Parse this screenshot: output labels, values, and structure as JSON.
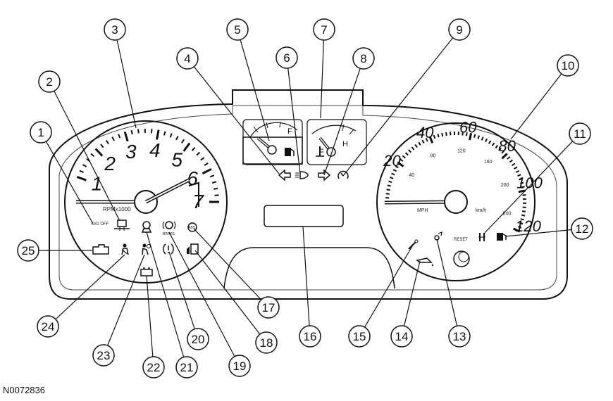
{
  "figure_id": "N0072836",
  "callouts": [
    "1",
    "2",
    "3",
    "4",
    "5",
    "6",
    "7",
    "8",
    "9",
    "10",
    "11",
    "12",
    "13",
    "14",
    "15",
    "16",
    "17",
    "18",
    "19",
    "20",
    "21",
    "22",
    "23",
    "24",
    "25"
  ],
  "tachometer": {
    "scale": [
      "1",
      "2",
      "3",
      "4",
      "5",
      "6",
      "7"
    ],
    "unit_label": "RPMx1000",
    "ring_indicator": "O/D OFF"
  },
  "speedometer": {
    "mph_scale": [
      "20",
      "40",
      "60",
      "80",
      "100",
      "120"
    ],
    "kmh_scale": [
      "40",
      "80",
      "120",
      "160",
      "200",
      "240"
    ],
    "mph_label": "MPH",
    "kmh_label": "km/h",
    "reset_label": "RESET"
  },
  "fuel_gauge": {
    "full_label": "F"
  },
  "temp_gauge": {
    "hot_label": "H"
  },
  "warning_lights": {
    "brake_label": "BRAKE",
    "abs_label": "ABS"
  },
  "icons": [
    "turn-left-icon",
    "fuel-pump-icon",
    "headlamp-icon",
    "coolant-temp-icon",
    "turn-right-icon",
    "speed-control-icon",
    "check-engine-icon",
    "seatbelt-icon",
    "airbag-icon",
    "tire-pressure-icon",
    "battery-icon",
    "hood-ajar-icon",
    "brake-icon",
    "abs-icon",
    "door-ajar-icon",
    "oil-pressure-icon",
    "wrench-icon",
    "traction-icon",
    "four-by-four-icon",
    "low-fuel-icon"
  ]
}
